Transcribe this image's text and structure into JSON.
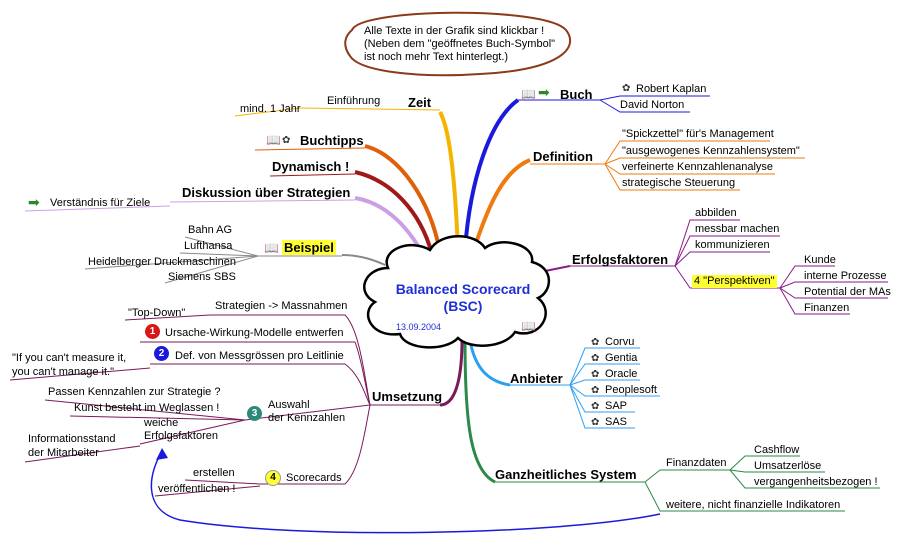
{
  "center": {
    "title_line1": "Balanced Scorecard",
    "title_line2": "(BSC)",
    "date": "13.09.2004"
  },
  "note": {
    "line1": "Alle Texte in der Grafik sind klickbar !",
    "line2": "(Neben dem \"geöffnetes Buch-Symbol\"",
    "line3": "ist noch mehr Text hinterlegt.)"
  },
  "left": {
    "zeit": {
      "label": "Zeit",
      "child": "Einführung",
      "grandchild": "mind. 1 Jahr"
    },
    "buchtipps": {
      "label": "Buchtipps"
    },
    "dynamisch": {
      "label": "Dynamisch !"
    },
    "diskussion": {
      "label": "Diskussion über Strategien",
      "child": "Verständnis für Ziele"
    },
    "beispiel": {
      "label": "Beispiel",
      "items": [
        "Bahn AG",
        "Lufthansa",
        "Heidelberger Druckmaschinen",
        "Siemens SBS"
      ]
    },
    "umsetzung": {
      "label": "Umsetzung",
      "strategien": "Strategien -> Massnahmen",
      "top_down": "\"Top-Down\"",
      "ursache": "Ursache-Wirkung-Modelle entwerfen",
      "def": "Def. von Messgrössen pro Leitlinie",
      "measure_line1": "\"If you can't measure it,",
      "measure_line2": "you can't manage it.\"",
      "auswahl_line1": "Auswahl",
      "auswahl_line2": "der Kennzahlen",
      "passen": "Passen Kennzahlen zur Strategie ?",
      "kunst": "Kunst besteht im Weglassen !",
      "weiche_line1": "weiche",
      "weiche_line2": "Erfolgsfaktoren",
      "info_line1": "Informationsstand",
      "info_line2": "der Mitarbeiter",
      "scorecards": "Scorecards",
      "erstellen": "erstellen",
      "veroeffentlichen": "veröffentlichen !",
      "badges": [
        "1",
        "2",
        "3",
        "4"
      ]
    }
  },
  "right": {
    "buch": {
      "label": "Buch",
      "authors": [
        "Robert Kaplan",
        "David Norton"
      ]
    },
    "definition": {
      "label": "Definition",
      "items": [
        "\"Spickzettel\" für's Management",
        "\"ausgewogenes Kennzahlensystem\"",
        "verfeinerte Kennzahlenanalyse",
        "strategische Steuerung"
      ]
    },
    "erfolgsfaktoren": {
      "label": "Erfolgsfaktoren",
      "items": [
        "abbilden",
        "messbar machen",
        "kommunizieren"
      ],
      "perspektiven": "4 \"Perspektiven\"",
      "perspektiven_items": [
        "Kunde",
        "interne Prozesse",
        "Potential der MAs",
        "Finanzen"
      ]
    },
    "anbieter": {
      "label": "Anbieter",
      "items": [
        "Corvu",
        "Gentia",
        "Oracle",
        "Peoplesoft",
        "SAP",
        "SAS"
      ]
    },
    "ganzheitlich": {
      "label": "Ganzheitliches System",
      "finanzdaten": "Finanzdaten",
      "finanz_items": [
        "Cashflow",
        "Umsatzerlöse",
        "vergangenheitsbezogen !"
      ],
      "weitere": "weitere, nicht finanzielle Indikatoren"
    }
  },
  "colors": {
    "zeit_branch": "#f5b400",
    "buch_branch": "#1a1adf",
    "definition_branch": "#f07a10",
    "buchtipps_branch": "#e0600a",
    "dynamisch_branch": "#a01818",
    "diskussion_branch": "#c9a0e8",
    "beispiel_branch": "#888888",
    "umsetzung_branch": "#7a1a5a",
    "anbieter_branch": "#2aa0f0",
    "ganzheitlich_branch": "#2a8a4a",
    "erfolg_branch": "#8a1a8a",
    "highlight": "#ffff33",
    "center_text": "#1f2fd6",
    "note_border": "#8b3a1a"
  },
  "icons": [
    "book-icon",
    "arrow-right-icon",
    "gear-icon",
    "badge-number"
  ]
}
